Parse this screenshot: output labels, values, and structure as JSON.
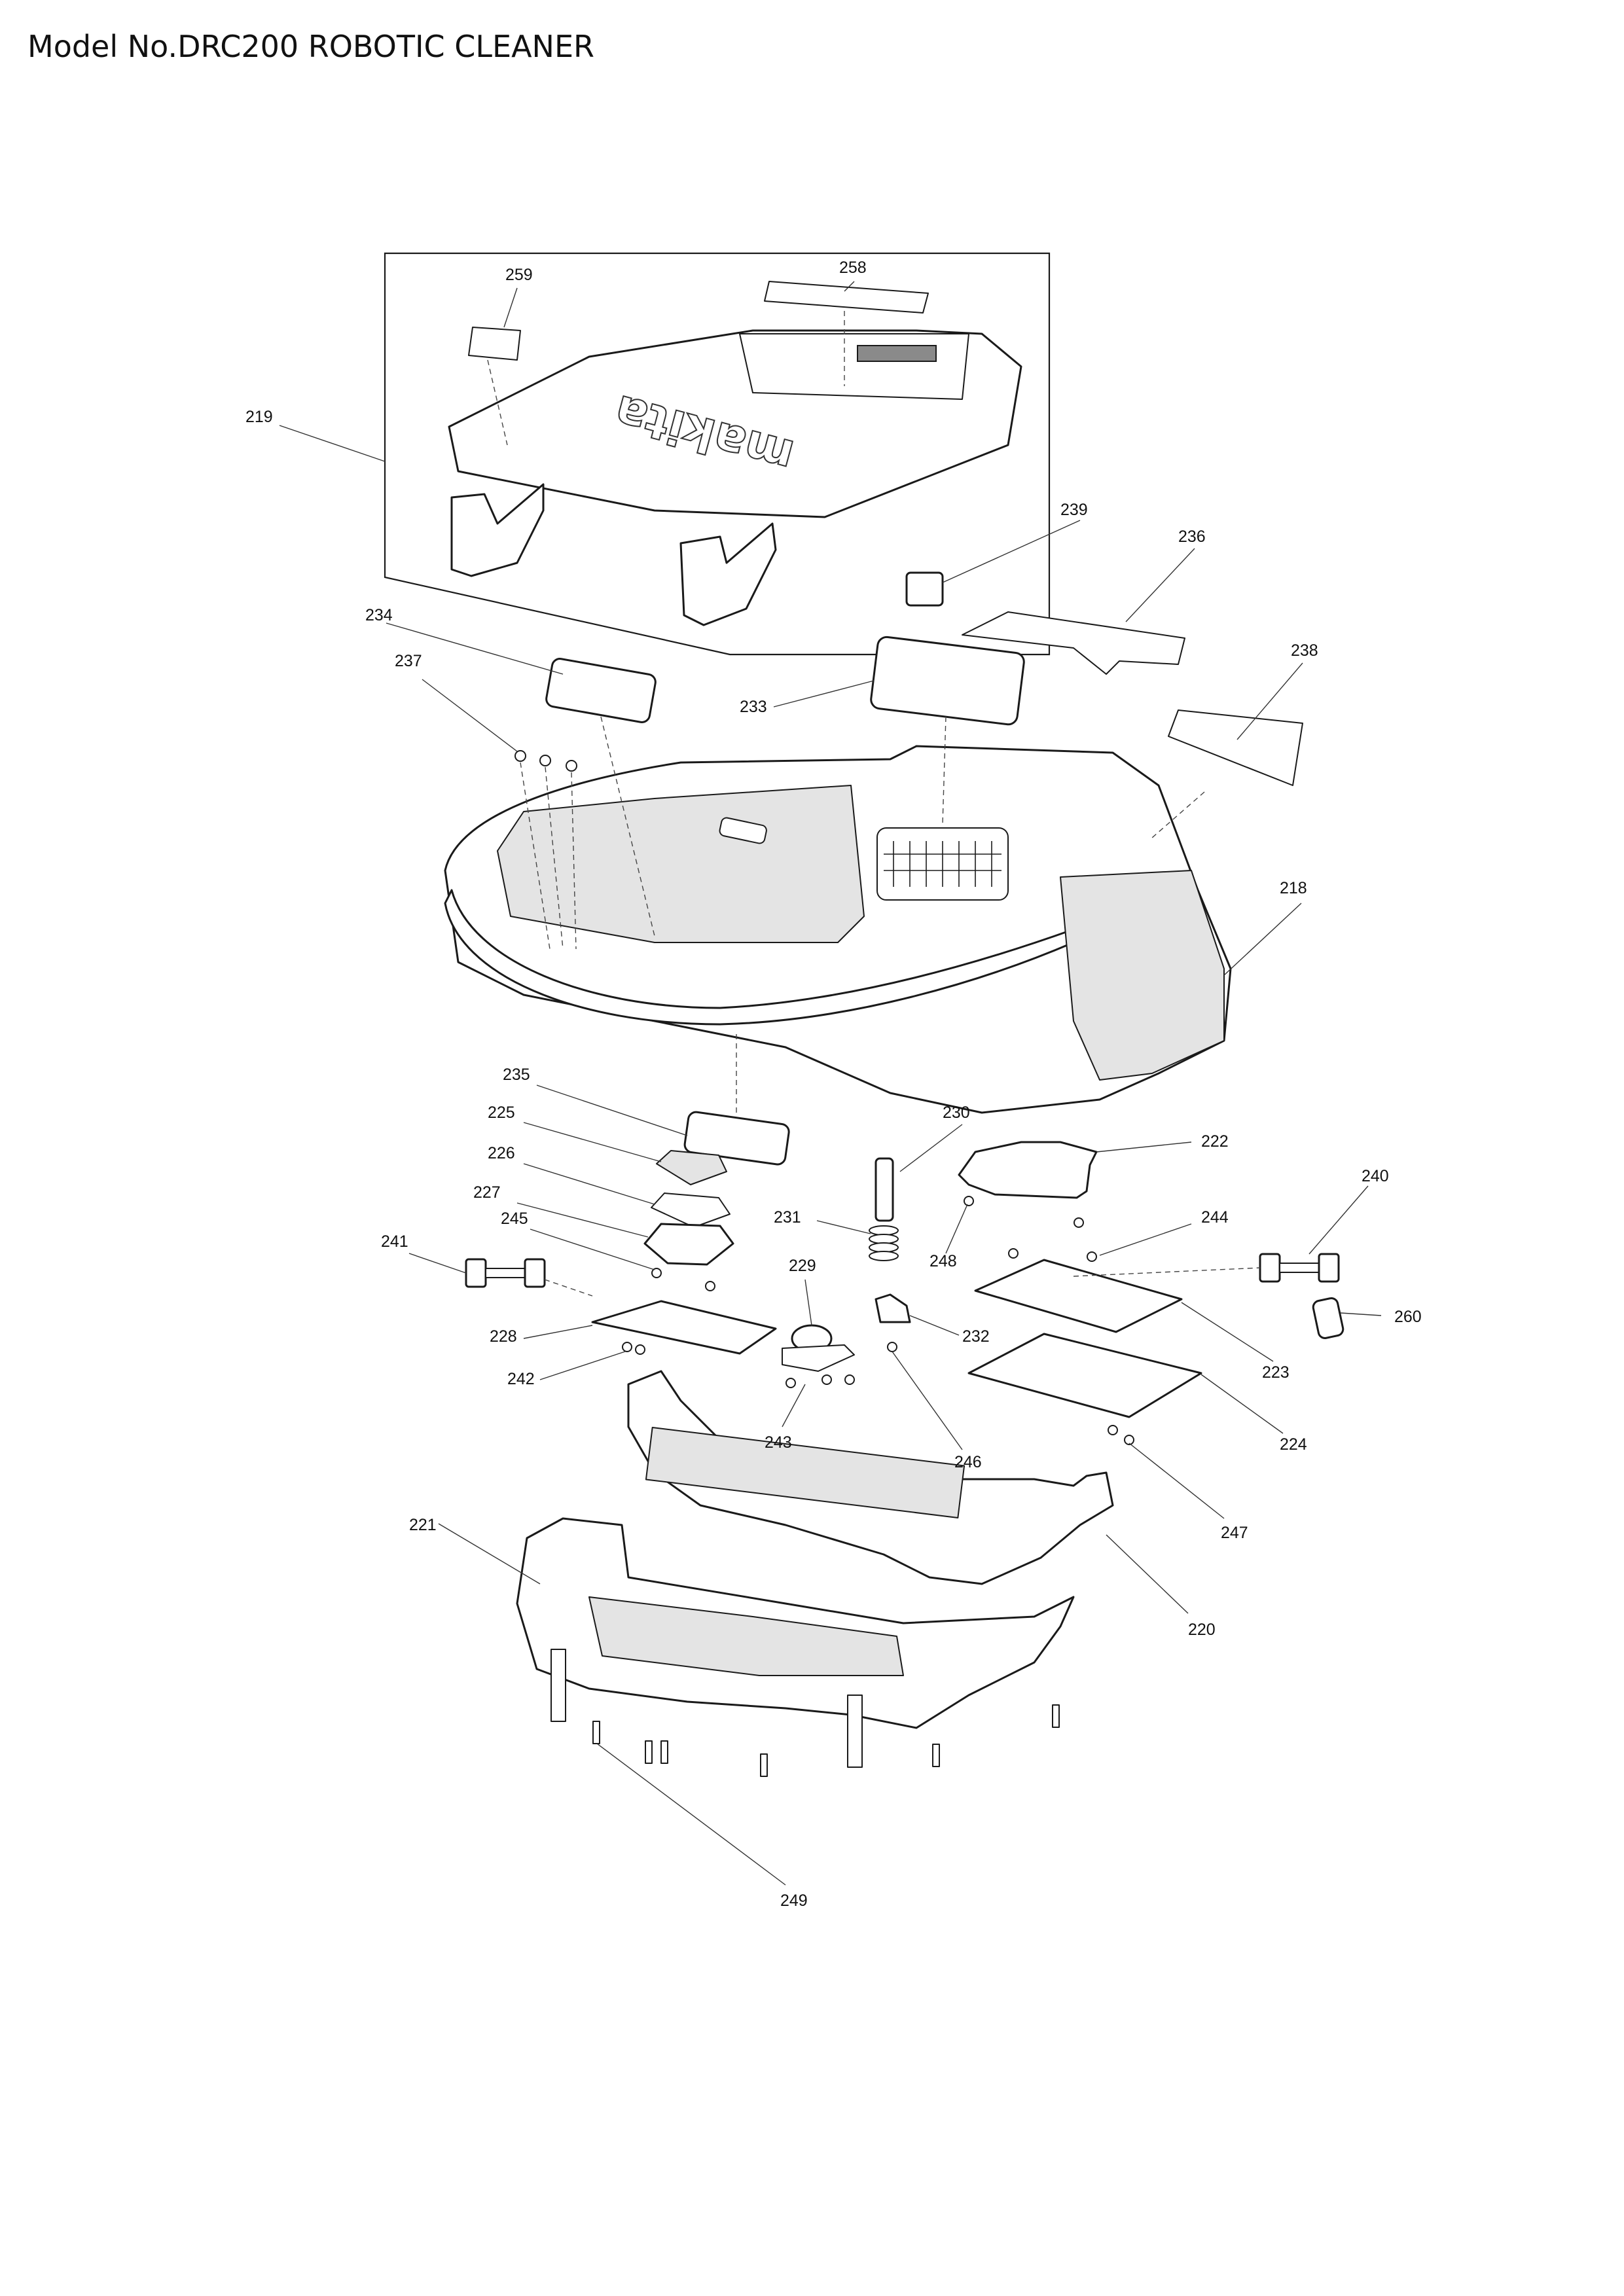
{
  "header": {
    "title": "Model No.DRC200 ROBOTIC CLEANER"
  },
  "parts": [
    {
      "id": "p219",
      "number": "219"
    },
    {
      "id": "p259",
      "number": "259"
    },
    {
      "id": "p258",
      "number": "258"
    },
    {
      "id": "p239",
      "number": "239"
    },
    {
      "id": "p236",
      "number": "236"
    },
    {
      "id": "p234",
      "number": "234"
    },
    {
      "id": "p237",
      "number": "237"
    },
    {
      "id": "p233",
      "number": "233"
    },
    {
      "id": "p238",
      "number": "238"
    },
    {
      "id": "p218",
      "number": "218"
    },
    {
      "id": "p235",
      "number": "235"
    },
    {
      "id": "p225",
      "number": "225"
    },
    {
      "id": "p226",
      "number": "226"
    },
    {
      "id": "p227",
      "number": "227"
    },
    {
      "id": "p245",
      "number": "245"
    },
    {
      "id": "p241",
      "number": "241"
    },
    {
      "id": "p228",
      "number": "228"
    },
    {
      "id": "p242",
      "number": "242"
    },
    {
      "id": "p230",
      "number": "230"
    },
    {
      "id": "p231",
      "number": "231"
    },
    {
      "id": "p229",
      "number": "229"
    },
    {
      "id": "p243",
      "number": "243"
    },
    {
      "id": "p222",
      "number": "222"
    },
    {
      "id": "p248",
      "number": "248"
    },
    {
      "id": "p244",
      "number": "244"
    },
    {
      "id": "p240",
      "number": "240"
    },
    {
      "id": "p232",
      "number": "232"
    },
    {
      "id": "p223",
      "number": "223"
    },
    {
      "id": "p260",
      "number": "260"
    },
    {
      "id": "p246",
      "number": "246"
    },
    {
      "id": "p224",
      "number": "224"
    },
    {
      "id": "p247",
      "number": "247"
    },
    {
      "id": "p221",
      "number": "221"
    },
    {
      "id": "p220",
      "number": "220"
    },
    {
      "id": "p249",
      "number": "249"
    }
  ],
  "cover_logo": "makita"
}
